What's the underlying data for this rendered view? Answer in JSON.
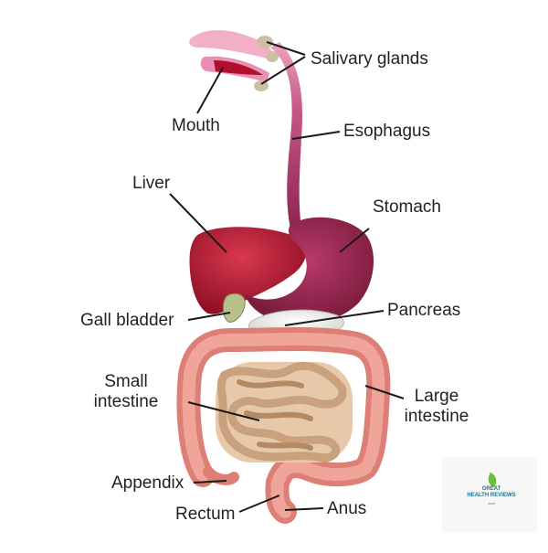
{
  "labels": {
    "salivary_glands": "Salivary glands",
    "mouth": "Mouth",
    "esophagus": "Esophagus",
    "liver": "Liver",
    "stomach": "Stomach",
    "gall_bladder": "Gall bladder",
    "pancreas": "Pancreas",
    "small_intestine_1": "Small",
    "small_intestine_2": "intestine",
    "large_intestine_1": "Large",
    "large_intestine_2": "intestine",
    "appendix": "Appendix",
    "rectum": "Rectum",
    "anus": "Anus"
  },
  "watermark": {
    "line1": "GREAT",
    "line2": "HEALTH REVIEWS",
    "line3": "com"
  },
  "colors": {
    "liver": "#b3122e",
    "stomach": "#9a2550",
    "esophagus": "#a83b63",
    "large_intestine": "#e58a7f",
    "small_intestine": "#d9b38f",
    "pancreas": "#e8e8e4",
    "mouth": "#f2a7c2",
    "leader_line": "#1a1a1a"
  }
}
